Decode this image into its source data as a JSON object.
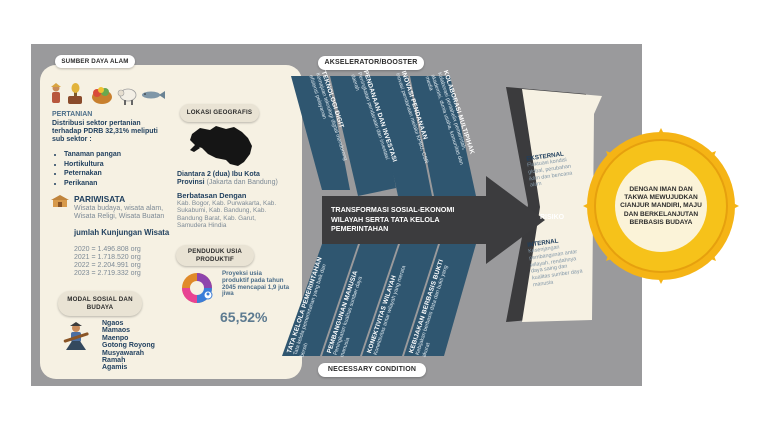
{
  "left": {
    "natural_resources": {
      "title": "SUMBER DAYA ALAM",
      "icons": [
        "farmer-icon",
        "crops-icon",
        "vegetables-icon",
        "sheep-icon",
        "fish-icon"
      ],
      "agriculture_title": "PERTANIAN",
      "agriculture_desc": "Distribusi sektor pertanian terhadap PDRB 32,31% meliputi sub sektor :",
      "subsectors": [
        "Tanaman pangan",
        "Hortikultura",
        "Peternakan",
        "Perikanan"
      ]
    },
    "tourism": {
      "title": "PARIWISATA",
      "desc": "Wisata budaya, wisata alam, Wisata Religi, Wisata Buatan",
      "visits_title": "jumlah Kunjungan Wisata",
      "visits": [
        "2020 = 1.496.808 org",
        "2021 = 1.718.520 org",
        "2022 = 2.204.991 org",
        "2023 = 2.719.332 org"
      ]
    },
    "social_capital": {
      "title": "MODAL SOSIAL DAN BUDAYA",
      "values": [
        "Ngaos",
        "Mamaos",
        "Maenpo",
        "Gotong Royong",
        "Musyawarah",
        "Ramah",
        "Agamis"
      ]
    },
    "geography": {
      "title": "LOKASI GEOGRAFIS",
      "location_bold": "Diantara 2 (dua) Ibu Kota Provinsi",
      "location_rest": "(Jakarta dan Bandung)",
      "border_title": "Berbatasan Dengan",
      "border_desc": "Kab. Bogor, Kab. Purwakarta, Kab. Sukabumi, Kab. Bandung, Kab. Bandung Barat, Kab. Garut, Samudera Hindia"
    },
    "population": {
      "title": "PENDUDUK USIA PRODUKTIF",
      "desc": "Proyeksi usia produktif pada tahun 2045 mencapai 1,9 juta jiwa",
      "percent": "65,52%"
    }
  },
  "fishbone": {
    "top_label": "AKSELERATOR/BOOSTER",
    "bottom_label": "NECESSARY CONDITION",
    "spine_label": "TRANSFORMASI SOSIAL-EKONOMI WILAYAH SERTA TATA KELOLA PEMERINTAHAN",
    "top_bones": [
      {
        "title": "TEKNOLOGI DIGIT",
        "desc": "Kemajuan teknologi digital mendorong efisiensi pelayanan"
      },
      {
        "title": "PENDANAAN DAN INVESTASI",
        "desc": "Peningkatan pendanaan dan investasi daerah"
      },
      {
        "title": "INOVASI PENDANAAN",
        "desc": "Inovasi pendanaan melalui KPBU, CSR"
      },
      {
        "title": "KOLABORASI MULTIPIHAK",
        "desc": "Kolaborasi pentahelix pemerintah, akademisi, dunia usaha, komunitas dan media"
      }
    ],
    "bottom_bones": [
      {
        "title": "TATA KELOLA PEMERINTAHAN",
        "desc": "Tata kelola pemerintahan yang baik dan bersih"
      },
      {
        "title": "PEMBANGUNAN MANUSIA",
        "desc": "Peningkatan kualitas sumber daya manusia"
      },
      {
        "title": "KONEKTIVITAS WILAYAH",
        "desc": "Konektivitas antar wilayah yang merata"
      },
      {
        "title": "KEBIJAKAN BERBASIS BUKTI",
        "desc": "Kebijakan berbasis data dan bukti yang akurat"
      }
    ]
  },
  "risk": {
    "label": "RISIKO",
    "external_title": "EKSTERNAL",
    "external_desc": "Fluktuasi kondisi global, perubahan iklim dan bencana alam",
    "internal_title": "INTERNAL",
    "internal_desc": "Kesenjangan pembangunan antar wilayah, rendahnya daya saing dan kualitas sumber daya manusia"
  },
  "goal": {
    "text": "DENGAN IMAN DAN TAKWA MEWUJUDKAN CIANJUR MANDIRI, MAJU DAN BERKELANJUTAN BERBASIS BUDAYA"
  },
  "colors": {
    "board": "#9a9a9c",
    "panel": "#f6f1e3",
    "teal": "#2f5670",
    "spine": "#3c3c3e",
    "sun": "#f6c21a",
    "sun_ray": "#f5b415",
    "navy_text": "#1f3f5e",
    "accent_percent": "#5c7a90"
  }
}
